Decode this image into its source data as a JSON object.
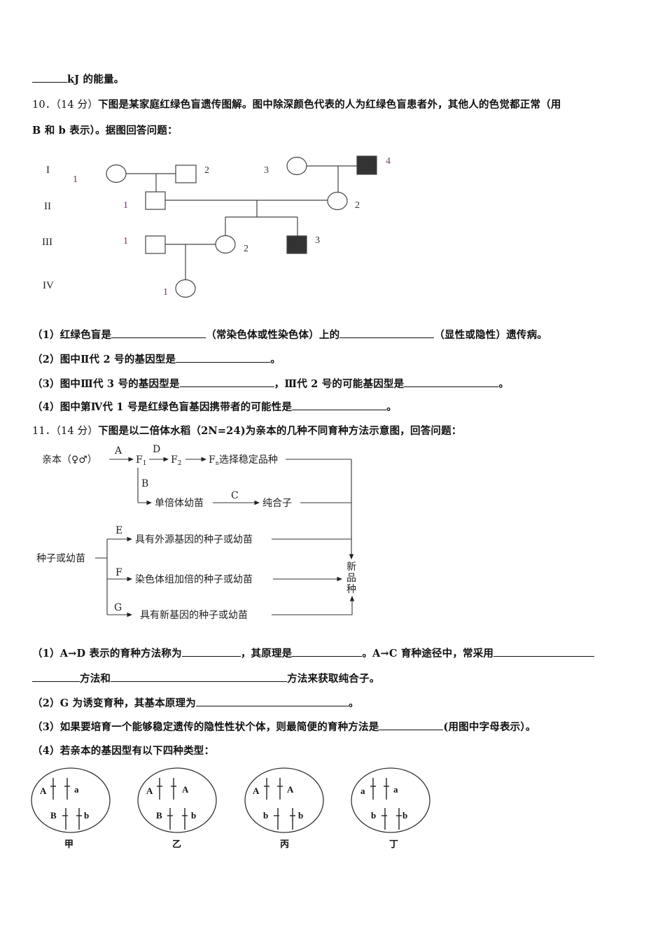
{
  "prev_tail": {
    "blank": "______",
    "text": "kJ 的能量。"
  },
  "q10": {
    "number": "10．",
    "score": "（14 分）",
    "stem_line1": "下图是某家庭红绿色盲遗传图解。图中除深颜色代表的人为红绿色盲患者外，其他人的色觉都正常（用",
    "stem_line2": "B 和 b 表示）。据图回答问题：",
    "pedigree": {
      "generations": [
        "I",
        "II",
        "III",
        "IV"
      ],
      "individuals": [
        {
          "gen": "I",
          "id": "1",
          "sex": "female",
          "affected": false
        },
        {
          "gen": "I",
          "id": "2",
          "sex": "male",
          "affected": false
        },
        {
          "gen": "I",
          "id": "3",
          "sex": "female",
          "affected": false
        },
        {
          "gen": "I",
          "id": "4",
          "sex": "male",
          "affected": true
        },
        {
          "gen": "II",
          "id": "1",
          "sex": "male",
          "affected": false
        },
        {
          "gen": "II",
          "id": "2",
          "sex": "female",
          "affected": false
        },
        {
          "gen": "III",
          "id": "1",
          "sex": "male",
          "affected": false
        },
        {
          "gen": "III",
          "id": "2",
          "sex": "female",
          "affected": false
        },
        {
          "gen": "III",
          "id": "3",
          "sex": "male",
          "affected": true
        },
        {
          "gen": "IV",
          "id": "1",
          "sex": "female",
          "affected": false
        }
      ],
      "labels": {
        "I1": "1",
        "I2": "2",
        "I3": "3",
        "I4": "4",
        "II1": "1",
        "II2": "2",
        "III1": "1",
        "III2": "2",
        "III3": "3",
        "IV1": "1"
      },
      "colors": {
        "affected_fill": "#333333",
        "label_purple": "#7a2a6e",
        "line": "#444444"
      }
    },
    "subquestions": [
      {
        "prefix": "（1）",
        "parts": [
          "红绿色盲是",
          "（常染色体或性染色体）上的",
          "（显性或隐性）遗传病。"
        ]
      },
      {
        "prefix": "（2）",
        "parts": [
          "图中Ⅱ代 2 号的基因型是",
          "。"
        ]
      },
      {
        "prefix": "（3）",
        "parts": [
          "图中Ⅲ代 3 号的基因型是",
          "，Ⅲ代 2 号的可能基因型是",
          "。"
        ]
      },
      {
        "prefix": "（4）",
        "parts": [
          "图中第Ⅳ代 1 号是红绿色盲基因携带者的可能性是",
          "。"
        ]
      }
    ]
  },
  "q11": {
    "number": "11．",
    "score": "（14 分）",
    "stem": "下图是以二倍体水稻（2N=24)为亲本的几种不同育种方法示意图，回答问题：",
    "flowchart": {
      "parent": "亲本（♀♂）",
      "F1": "F",
      "F1_sub": "1",
      "F2": "F",
      "F2_sub": "2",
      "Fn": "F",
      "Fn_sub": "n",
      "Fn_text": "选择稳定品种",
      "haploid": "单倍体幼苗",
      "pure": "纯合子",
      "seed": "种子或幼苗",
      "E_target": "具有外源基因的种子或幼苗",
      "F_target": "染色体组加倍的种子或幼苗",
      "G_target": "具有新基因的种子或幼苗",
      "new_variety": [
        "新",
        "品",
        "种"
      ],
      "arrow_labels": {
        "A": "A",
        "B": "B",
        "C": "C",
        "D": "D",
        "E": "E",
        "F": "F",
        "G": "G"
      }
    },
    "subquestions": {
      "s1_line1": {
        "prefix": "（1）",
        "a": "A→D 表示的育种方法称为",
        "b": "，其原理是",
        "c": "。A→C 育种途径中，常采用"
      },
      "s1_line2": {
        "a": "方法和",
        "b": "方法来获取纯合子。"
      },
      "s2": {
        "prefix": "（2）",
        "a": "G 为诱变育种，其基本原理为",
        "b": "。"
      },
      "s3": {
        "prefix": "（3）",
        "a": "如果要培育一个能够稳定遗传的隐性性状个体，则最简便的育种方法是",
        "b": "(用图中字母表示）。"
      },
      "s4": {
        "prefix": "（4）",
        "a": "若亲本的基因型有以下四种类型："
      }
    },
    "cells": [
      {
        "caption": "甲",
        "top_left": "A",
        "top_right": "a",
        "bot_left": "B",
        "bot_right": "b"
      },
      {
        "caption": "乙",
        "top_left": "A",
        "top_right": "A",
        "bot_left": "B",
        "bot_right": "b"
      },
      {
        "caption": "丙",
        "top_left": "A",
        "top_right": "A",
        "bot_left": "b",
        "bot_right": "b"
      },
      {
        "caption": "丁",
        "top_left": "a",
        "top_right": "a",
        "bot_left": "b",
        "bot_right": "b"
      }
    ]
  }
}
